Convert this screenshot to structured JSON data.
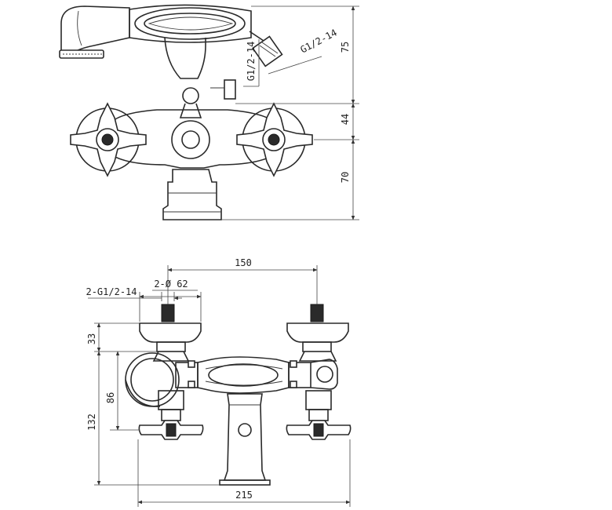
{
  "top_view": {
    "dim_upper": "75",
    "dim_middle": "44",
    "dim_lower": "70",
    "thread_a": "G1/2-14",
    "thread_b": "G1/2-14"
  },
  "front_view": {
    "dim_inlet_spacing": "150",
    "dim_inlet_diameter": "2-Ø 62",
    "dim_inlet_thread": "2-G1/2-14",
    "dim_top": "33",
    "dim_handle_height": "86",
    "dim_total_height": "132",
    "dim_total_width": "215"
  }
}
